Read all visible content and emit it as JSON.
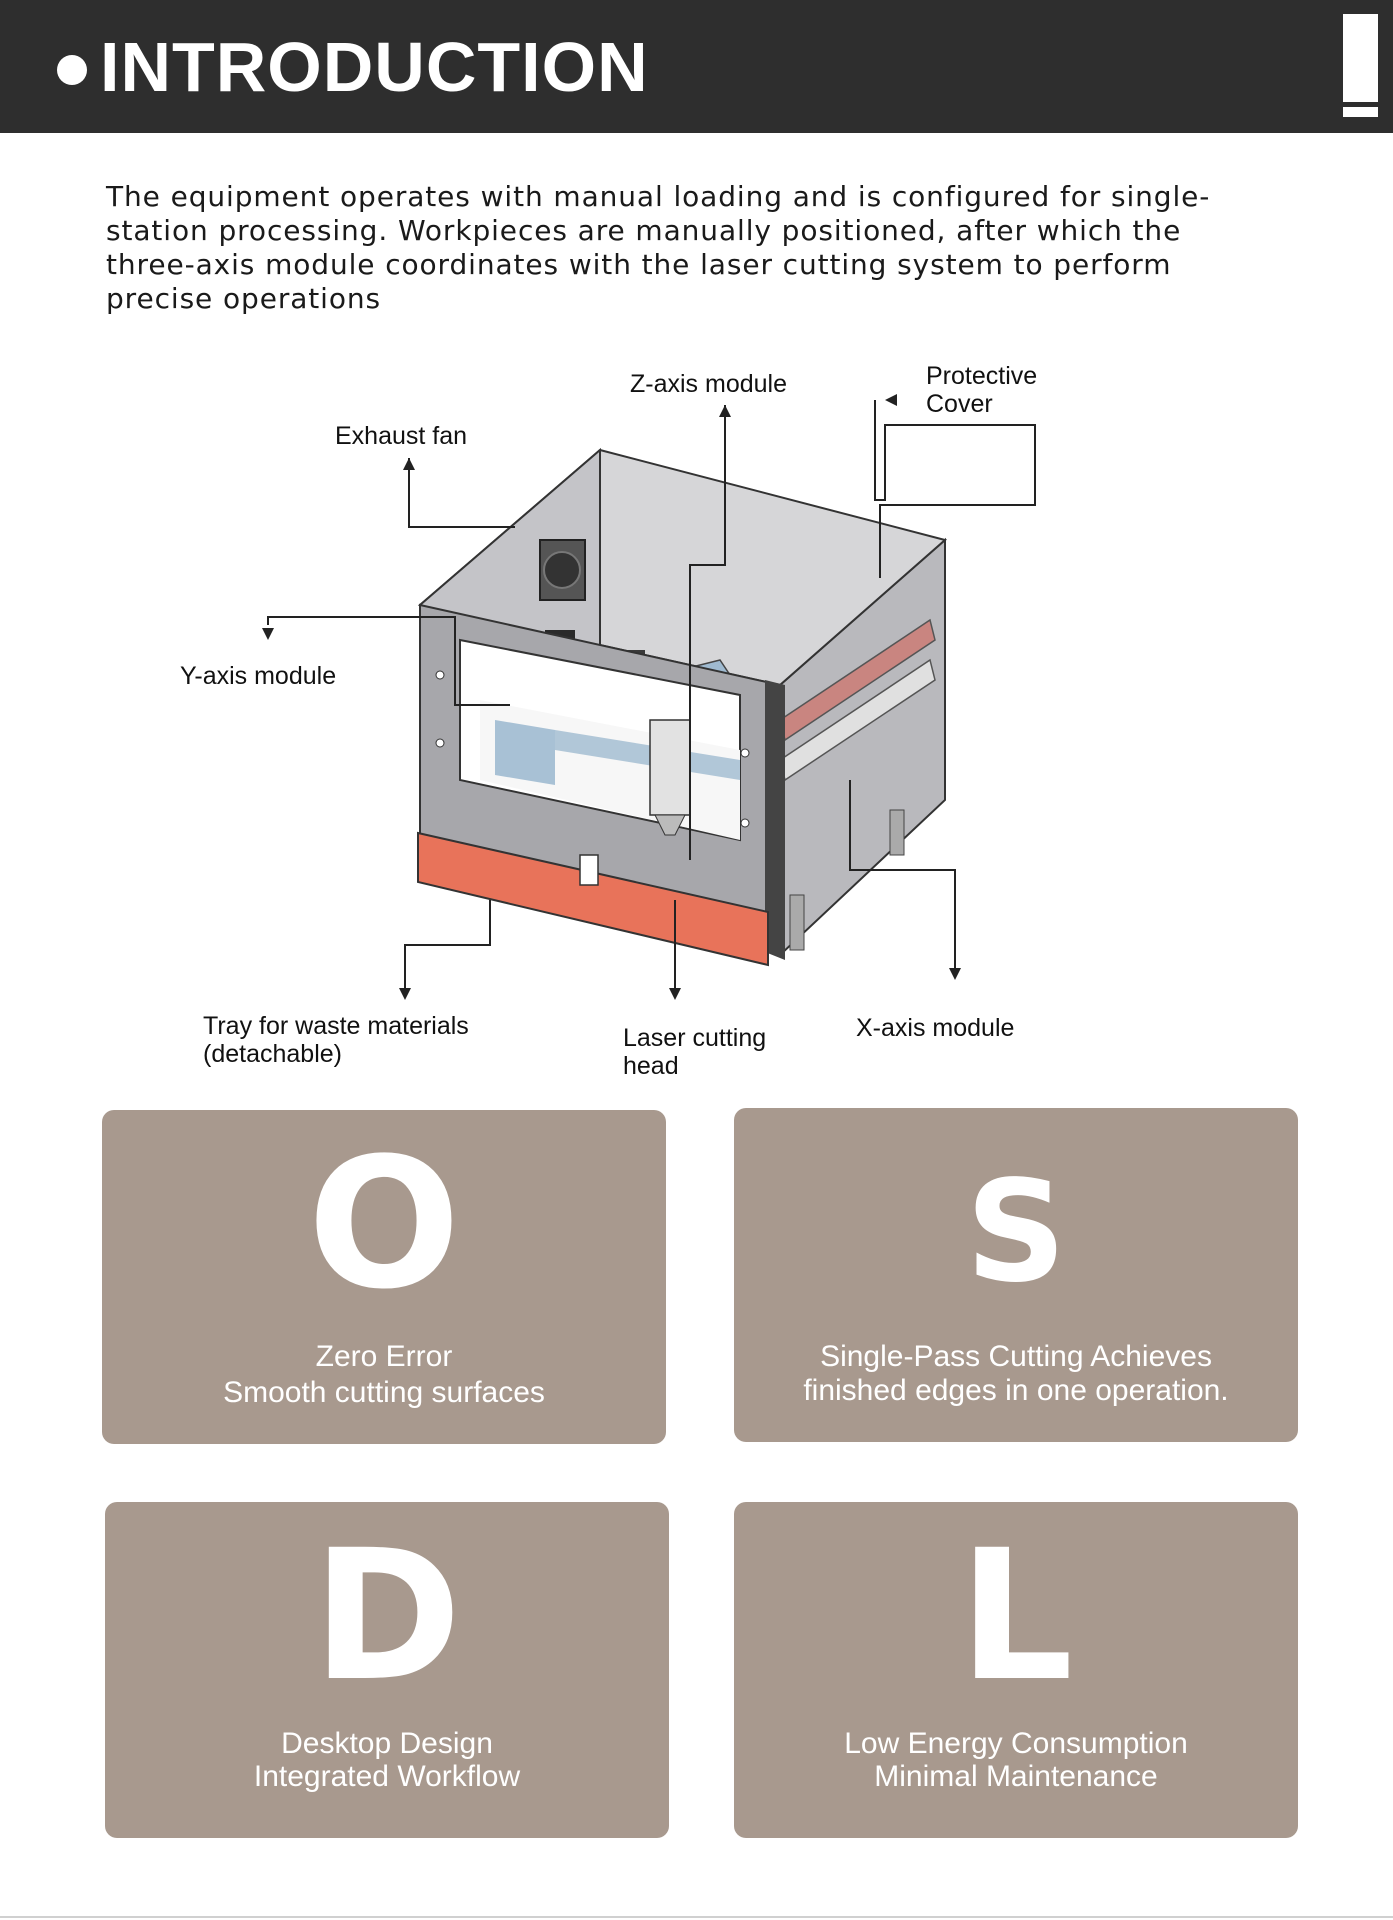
{
  "header": {
    "title": "INTRODUCTION"
  },
  "intro_text": "The equipment operates with manual loading and is configured for single-station processing. Workpieces are manually positioned, after which the three-axis module coordinates with the laser cutting system to perform precise operations",
  "diagram": {
    "labels": {
      "z_axis": "Z-axis module",
      "protective_1": "Protective",
      "protective_2": "Cover",
      "exhaust": "Exhaust  fan",
      "y_axis": "Y-axis module",
      "tray_1": "Tray for waste  materials",
      "tray_2": "(detachable)",
      "laser_1": "Laser cutting",
      "laser_2": "head",
      "x_axis": "X-axis module"
    }
  },
  "features": [
    {
      "letter": "O",
      "line1": "Zero Error",
      "line2": "Smooth cutting surfaces"
    },
    {
      "letter": "S",
      "line1": "Single-Pass Cutting  Achieves",
      "line2": "finished edges  in one operation."
    },
    {
      "letter": "D",
      "line1": "Desktop Design",
      "line2": "Integrated Workflow"
    },
    {
      "letter": "L",
      "line1": "Low Energy Consumption",
      "line2": "Minimal Maintenance"
    }
  ],
  "colors": {
    "header_bg": "#2e2e2e",
    "card_bg": "#a8998e",
    "tray": "#e8735a",
    "frame": "#9fbad0"
  }
}
